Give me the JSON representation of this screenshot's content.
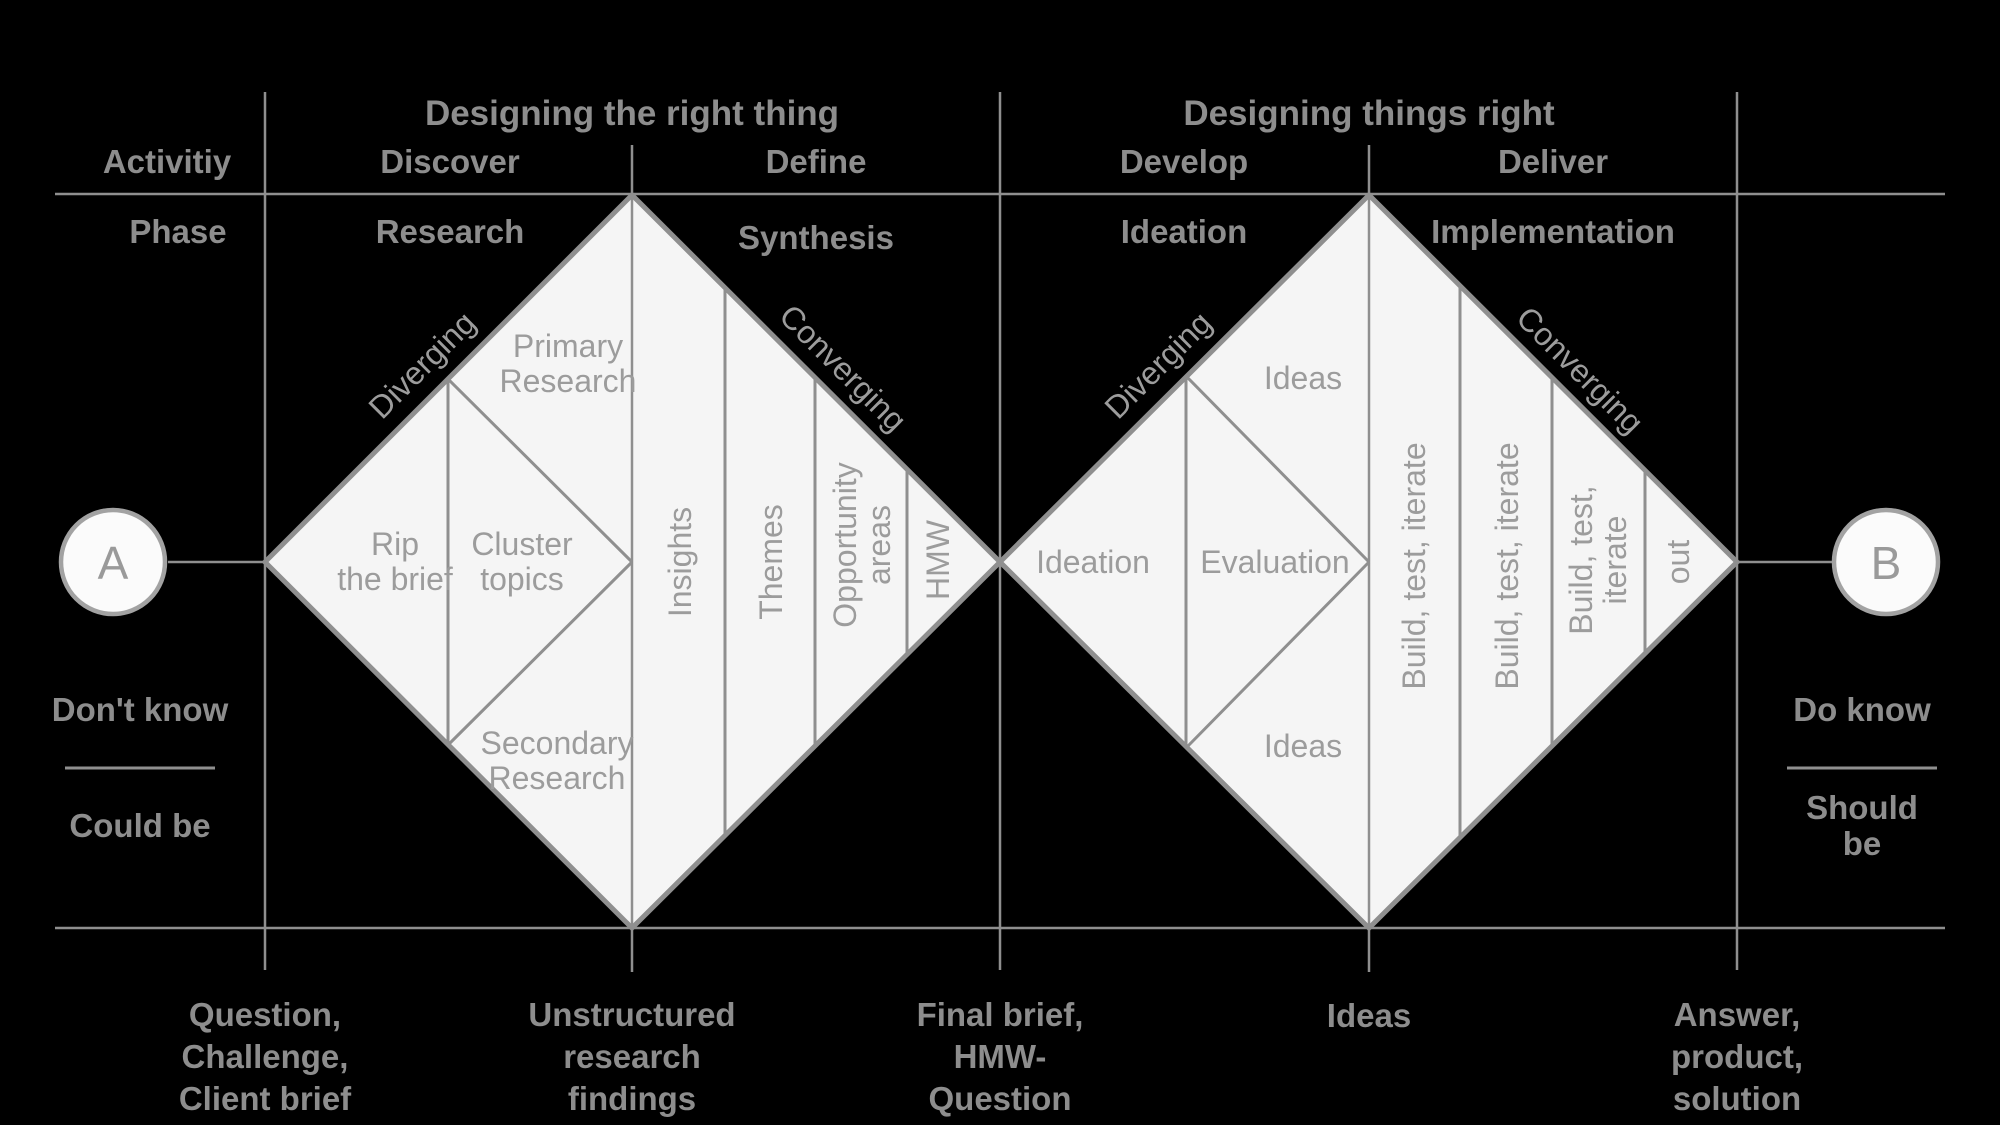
{
  "colors": {
    "background": "#000000",
    "diamond_fill": "#f5f5f5",
    "line_gray": "#8f8f8f",
    "header_text": "#8d8d8d",
    "interior_text": "#9c9c9c",
    "circle_fill": "#fbfbfb",
    "circle_border": "#a2a2a2"
  },
  "titles": {
    "left": "Designing the right thing",
    "right": "Designing things right"
  },
  "axis": {
    "activity": "Activitiy",
    "phase": "Phase"
  },
  "stages": {
    "discover": "Discover",
    "define": "Define",
    "develop": "Develop",
    "deliver": "Deliver"
  },
  "phases": {
    "research": "Research",
    "synthesis": "Synthesis",
    "ideation": "Ideation",
    "implementation": "Implementation"
  },
  "endpoints": {
    "a": "A",
    "b": "B",
    "left_top": "Don't know",
    "left_bottom": "Could be",
    "right_top": "Do know",
    "right_bottom": "Should be"
  },
  "milestones": {
    "start": "Question,\nChallenge,\nClient brief",
    "mid1": "Unstructured\nresearch\nfindings",
    "mid2": "Final brief,\nHMW-\nQuestion",
    "mid3": "Ideas",
    "end": "Answer,\nproduct,\nsolution"
  },
  "diamond1": {
    "diverging": "Diverging",
    "converging": "Converging",
    "rip": "Rip\nthe brief",
    "cluster": "Cluster\ntopics",
    "primary": "Primary\nResearch",
    "secondary": "Secondary\nResearch",
    "insights": "Insights",
    "themes": "Themes",
    "opportunity": "Opportunity\nareas",
    "hmw": "HMW"
  },
  "diamond2": {
    "diverging": "Diverging",
    "converging": "Converging",
    "ideation": "Ideation",
    "evaluation": "Evaluation",
    "ideas_top": "Ideas",
    "ideas_bottom": "Ideas",
    "build1": "Build, test, iterate",
    "build2": "Build, test, iterate",
    "build3": "Build, test,\niterate",
    "out": "out"
  }
}
